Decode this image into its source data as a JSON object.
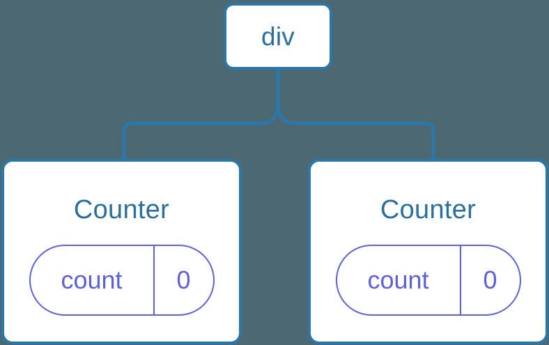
{
  "diagram": {
    "type": "component-tree",
    "background_color": "#4c6872",
    "node_border_color": "#2b77aa",
    "node_fill_color": "#ffffff",
    "node_label_color": "#2b6f9c",
    "edge_color": "#2b77aa",
    "state_pill_color": "#5c62d6",
    "root": {
      "label": "div"
    },
    "children": [
      {
        "label": "Counter",
        "state": {
          "key": "count",
          "value": "0"
        }
      },
      {
        "label": "Counter",
        "state": {
          "key": "count",
          "value": "0"
        }
      }
    ]
  }
}
